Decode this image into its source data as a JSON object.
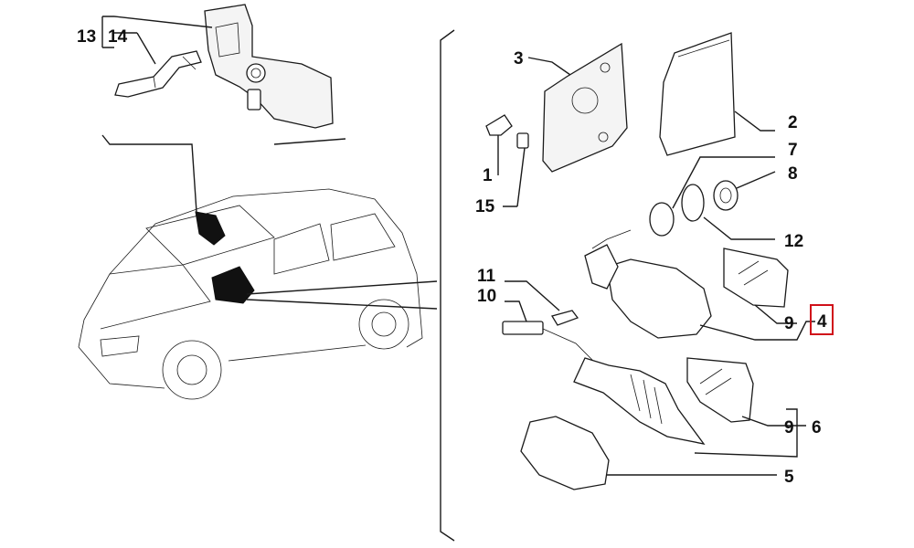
{
  "callouts": {
    "n1": "1",
    "n2": "2",
    "n3": "3",
    "n4": "4",
    "n5": "5",
    "n6": "6",
    "n7": "7",
    "n8": "8",
    "n9a": "9",
    "n9b": "9",
    "n10": "10",
    "n11": "11",
    "n12": "12",
    "n13": "13",
    "n14": "14",
    "n15": "15"
  },
  "highlight": {
    "label": "4",
    "color": "#d0101a"
  }
}
